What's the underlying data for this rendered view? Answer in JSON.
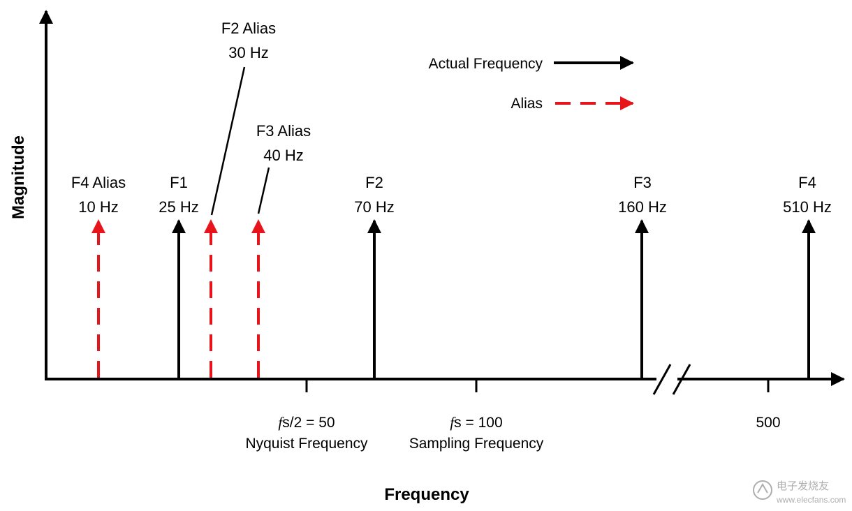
{
  "colors": {
    "actual": "#000000",
    "alias": "#e8141c",
    "watermark": "#9a9a9a"
  },
  "axes": {
    "x_title": "Frequency",
    "y_title": "Magnitude"
  },
  "legend": {
    "actual_label": "Actual Frequency",
    "alias_label": "Alias"
  },
  "ticks": {
    "nyquist": {
      "fs_symbol": "f",
      "expr": "s/2 = 50",
      "caption": "Nyquist Frequency"
    },
    "sampling": {
      "fs_symbol": "f",
      "expr": "s = 100",
      "caption": "Sampling Frequency"
    },
    "five_hundred": {
      "label": "500"
    }
  },
  "signals": {
    "f1": {
      "name": "F1",
      "freq": "25 Hz",
      "kind": "actual"
    },
    "f2": {
      "name": "F2",
      "freq": "70 Hz",
      "kind": "actual"
    },
    "f3": {
      "name": "F3",
      "freq": "160 Hz",
      "kind": "actual"
    },
    "f4": {
      "name": "F4",
      "freq": "510 Hz",
      "kind": "actual"
    },
    "f2_alias": {
      "name": "F2 Alias",
      "freq": "30 Hz",
      "kind": "alias"
    },
    "f3_alias": {
      "name": "F3 Alias",
      "freq": "40 Hz",
      "kind": "alias"
    },
    "f4_alias": {
      "name": "F4 Alias",
      "freq": "10 Hz",
      "kind": "alias"
    }
  },
  "watermark": {
    "cn": "电子发烧友",
    "url": "www.elecfans.com"
  }
}
